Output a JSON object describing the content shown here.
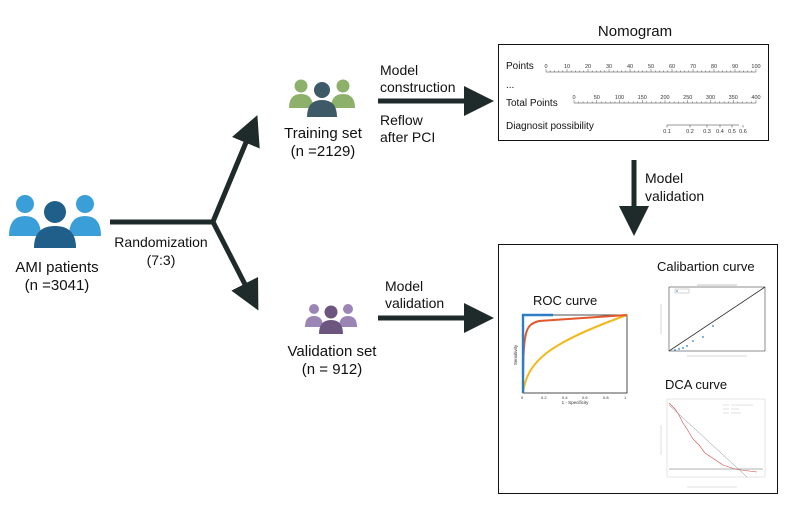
{
  "nodes": {
    "ami": {
      "label": "AMI patients",
      "count": "(n =3041)"
    },
    "training": {
      "label": "Training set",
      "count": "(n =2129)"
    },
    "validation": {
      "label": "Validation set",
      "count": "(n = 912)"
    }
  },
  "edges": {
    "randomization": {
      "label": "Randomization",
      "ratio": "(7:3)"
    },
    "model_construction": {
      "line1": "Model",
      "line2": "construction"
    },
    "reflow": {
      "line1": "Reflow",
      "line2": "after PCI"
    },
    "model_validation_down": {
      "line1": "Model",
      "line2": "validation"
    },
    "model_validation_right": {
      "line1": "Model",
      "line2": "validation"
    }
  },
  "nomogram": {
    "title": "Nomogram",
    "rows": [
      "Points",
      "...",
      "Total Points",
      "Diagnosit possibility"
    ],
    "points_ticks": [
      "0",
      "10",
      "20",
      "30",
      "40",
      "50",
      "60",
      "70",
      "80",
      "90",
      "100"
    ],
    "total_ticks": [
      "0",
      "50",
      "100",
      "150",
      "200",
      "250",
      "300",
      "350",
      "400"
    ],
    "prob_ticks": [
      "0.1",
      "0.2",
      "0.3",
      "0.4",
      "0.5",
      "0.6"
    ]
  },
  "validation_panel": {
    "roc_title": "ROC curve",
    "calibration_title": "Calibartion curve",
    "dca_title": "DCA curve",
    "roc_xlabel": "1 - Specificity",
    "roc_ylabel": "Sensitivity"
  },
  "colors": {
    "person_green": "#8db06b",
    "person_dark": "#3d5a66",
    "person_blue": "#3a9fd8",
    "person_blue_dark": "#1f5f8a",
    "person_purple": "#9b85b5",
    "arrow": "#1f2a2a",
    "roc_orange": "#e2572b",
    "roc_yellow": "#f2b81d",
    "roc_blue": "#2e7ec6"
  }
}
